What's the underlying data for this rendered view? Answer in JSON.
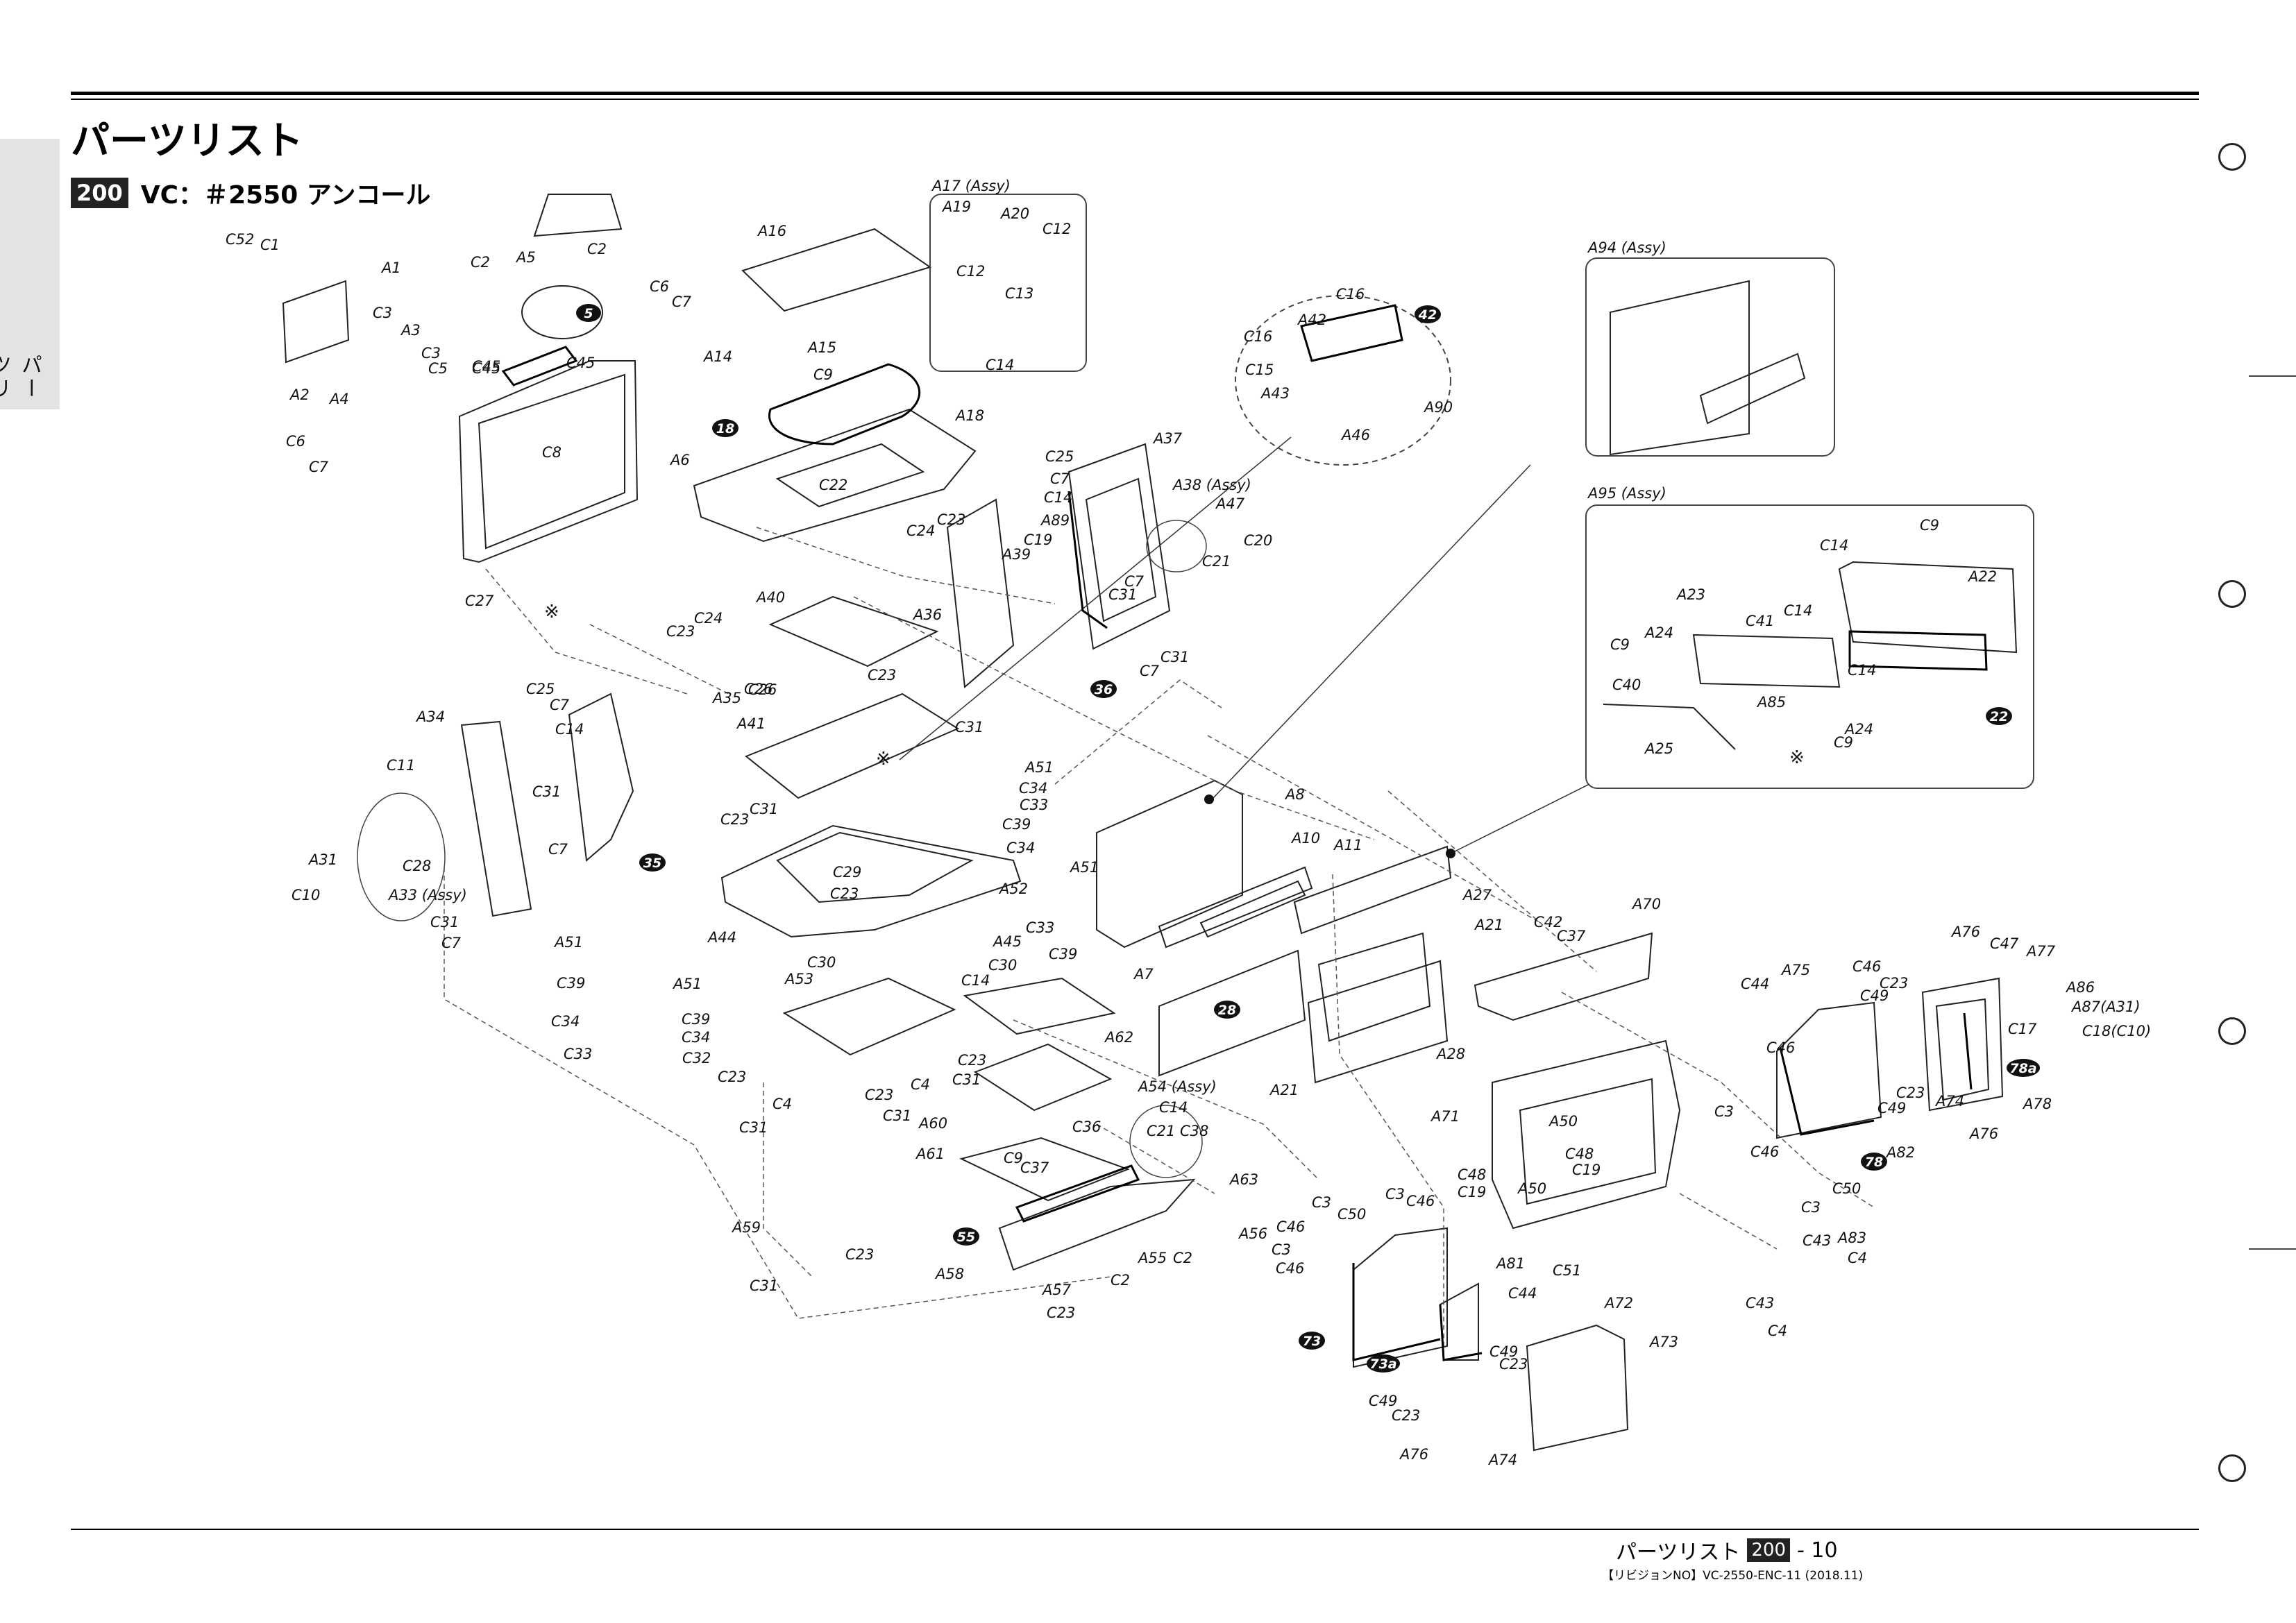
{
  "side_tab": "パーツリスト",
  "page_title": "パーツリスト",
  "model_badge": "200",
  "model_name": "VC：＃2550 アンコール",
  "assy_labels": {
    "a17": "A17 (Assy)",
    "a94": "A94 (Assy)",
    "a95": "A95 (Assy)",
    "a38": "A38 (Assy)",
    "a54": "A54 (Assy)",
    "a33": "A33 (Assy)"
  },
  "numbered_callouts": [
    "5",
    "18",
    "42",
    "22",
    "36",
    "35",
    "28",
    "55",
    "73",
    "73a",
    "78",
    "78a"
  ],
  "part_labels": [
    "C52",
    "C1",
    "A1",
    "C3",
    "A3",
    "C3",
    "C5",
    "A2",
    "A4",
    "C6",
    "C7",
    "C45",
    "C2",
    "A5",
    "C2",
    "C6",
    "C7",
    "C45",
    "C45",
    "C8",
    "A6",
    "A16",
    "A14",
    "A15",
    "C9",
    "A19",
    "A20",
    "C12",
    "C12",
    "C13",
    "C14",
    "A18",
    "C22",
    "C16",
    "A42",
    "C16",
    "C15",
    "A43",
    "A46",
    "A90",
    "C25",
    "A37",
    "C7",
    "C14",
    "A89",
    "C19",
    "A39",
    "C24",
    "C23",
    "A38 (Assy)",
    "A47",
    "C20",
    "C21",
    "C7",
    "C31",
    "C31",
    "C7",
    "C27",
    "※",
    "A40",
    "A36",
    "C26",
    "C23",
    "C31",
    "C24",
    "C23",
    "A35",
    "C26",
    "A41",
    "C31",
    "C23",
    "※",
    "A34",
    "C25",
    "C7",
    "C14",
    "C11",
    "C31",
    "C7",
    "A31",
    "C10",
    "C28",
    "A33 (Assy)",
    "C31",
    "C7",
    "A51",
    "C34",
    "C33",
    "C39",
    "C34",
    "A52",
    "A51",
    "C33",
    "C39",
    "A7",
    "A8",
    "A10",
    "A11",
    "A27",
    "A21",
    "C42",
    "C37",
    "A70",
    "C29",
    "C23",
    "A44",
    "A45",
    "C30",
    "C30",
    "C14",
    "A51",
    "C39",
    "C34",
    "C33",
    "A51",
    "A53",
    "C39",
    "C34",
    "C32",
    "C23",
    "C4",
    "C31",
    "C23",
    "C31",
    "C4",
    "C31",
    "A62",
    "C23",
    "A60",
    "A54 (Assy)",
    "C14",
    "C21",
    "C38",
    "C36",
    "A61",
    "C9",
    "C37",
    "C2",
    "A55",
    "C2",
    "A56",
    "A63",
    "A59",
    "C23",
    "C31",
    "A58",
    "A57",
    "C23",
    "A28",
    "A21",
    "A71",
    "C48",
    "C19",
    "A50",
    "A50",
    "C48",
    "C19",
    "C3",
    "C50",
    "C3",
    "C46",
    "C46",
    "C3",
    "C46",
    "A81",
    "C51",
    "C44",
    "A72",
    "A73",
    "C49",
    "C23",
    "A74",
    "A76",
    "C49",
    "C23",
    "A75",
    "C46",
    "C23",
    "C44",
    "C49",
    "A76",
    "C47",
    "A77",
    "A86",
    "A87(A31)",
    "C17",
    "C18(C10)",
    "C46",
    "C3",
    "C46",
    "C3",
    "C50",
    "A82",
    "C49",
    "C23",
    "A74",
    "A78",
    "A76",
    "C43",
    "A83",
    "C4",
    "C43",
    "C4",
    "C9",
    "C14",
    "A22",
    "A23",
    "C14",
    "C41",
    "A24",
    "C9",
    "C14",
    "C40",
    "A85",
    "A24",
    "C9",
    "A25",
    "※"
  ],
  "footer": {
    "title": "パーツリスト",
    "badge": "200",
    "page": "- 10",
    "revision": "【リビジョンNO】VC-2550-ENC-11 (2018.11)"
  }
}
